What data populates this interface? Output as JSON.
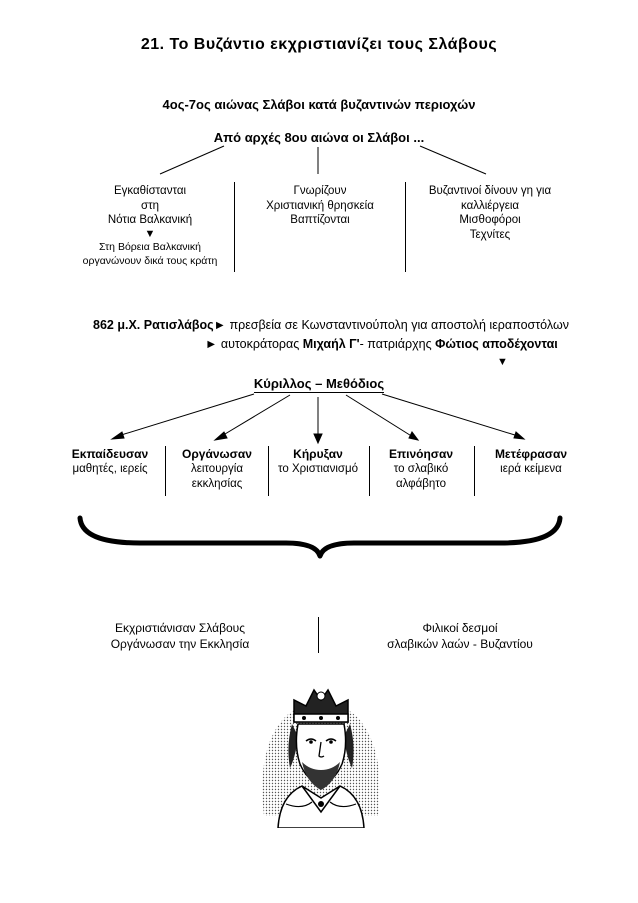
{
  "title": "21. Το Βυζάντιο εκχριστιανίζει τους Σλάβους",
  "subtitle": "4ος-7ος αιώνας Σλάβοι κατά βυζαντινών περιοχών",
  "root": "Από αρχές 8ου αιώνα οι Σλάβοι ...",
  "branches": {
    "left": {
      "lines": [
        "Εγκαθίστανται",
        "στη",
        "Νότια Βαλκανική"
      ],
      "arrow": "▼",
      "sub_lines": [
        "Στη Βόρεια Βαλκανική",
        "οργανώνουν δικά τους κράτη"
      ]
    },
    "middle": {
      "lines": [
        "Γνωρίζουν",
        "Χριστιανική θρησκεία",
        "Βαπτίζονται"
      ]
    },
    "right": {
      "lines": [
        "Βυζαντινοί δίνουν γη για",
        "καλλιέργεια",
        "Μισθοφόροι",
        "Τεχνίτες"
      ]
    }
  },
  "ratislav": {
    "year_name": "862 μ.Χ. Ρατισλάβος",
    "arrow": "►",
    "line1_rest": " πρεσβεία σε Κωνσταντινούπολη για αποστολή ιεραποστόλων",
    "line2_prefix": " αυτοκράτορας ",
    "emperor": "Μιχαήλ Γ'",
    "line2_mid": "- πατριάρχης ",
    "patriarch_accept": "Φώτιος αποδέχονται",
    "down_arrow": "▼"
  },
  "missionaries": "Κύριλλος – Μεθόδιος",
  "verbs": [
    {
      "verb": "Εκπαίδευσαν",
      "lines": [
        "μαθητές, ιερείς"
      ]
    },
    {
      "verb": "Οργάνωσαν",
      "lines": [
        "λειτουργία",
        "εκκλησίας"
      ]
    },
    {
      "verb": "Κήρυξαν",
      "lines": [
        "το Χριστιανισμό"
      ]
    },
    {
      "verb": "Επινόησαν",
      "lines": [
        "το σλαβικό",
        "αλφάβητο"
      ]
    },
    {
      "verb": "Μετέφρασαν",
      "lines": [
        "ιερά κείμενα"
      ]
    }
  ],
  "results": {
    "left": [
      "Εκχριστιάνισαν Σλάβους",
      "Οργάνωσαν την Εκκλησία"
    ],
    "right": [
      "Φιλικοί δεσμοί",
      "σλαβικών λαών - Βυζαντίου"
    ]
  },
  "icon_names": {
    "portrait": "byzantine-emperor-portrait-icon",
    "brace": "curly-brace-icon"
  }
}
